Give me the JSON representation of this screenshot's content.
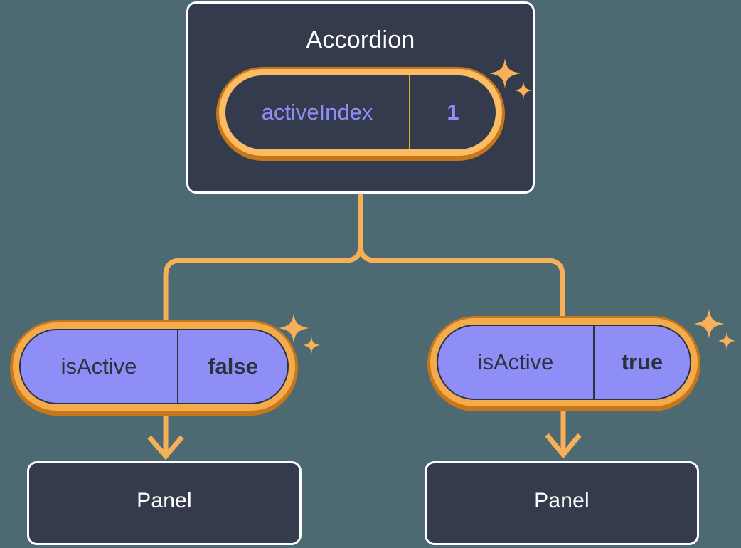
{
  "diagram": {
    "background_color": "#4d6a72",
    "accent_color": "#f7b057",
    "accent_shadow_color": "#c8761a",
    "node_fill_color": "#343b4c",
    "node_border_color": "#ffffff",
    "prop_purple_color": "#8e8ef6",
    "prop_text_dark_color": "#2b313d"
  },
  "root": {
    "title": "Accordion",
    "prop": {
      "key": "activeIndex",
      "value": "1"
    },
    "sparkle_icon": "sparkles-icon"
  },
  "children": [
    {
      "prop": {
        "key": "isActive",
        "value": "false"
      },
      "panel": {
        "title": "Panel"
      },
      "sparkle_icon": "sparkles-icon"
    },
    {
      "prop": {
        "key": "isActive",
        "value": "true"
      },
      "panel": {
        "title": "Panel"
      },
      "sparkle_icon": "sparkles-icon"
    }
  ]
}
